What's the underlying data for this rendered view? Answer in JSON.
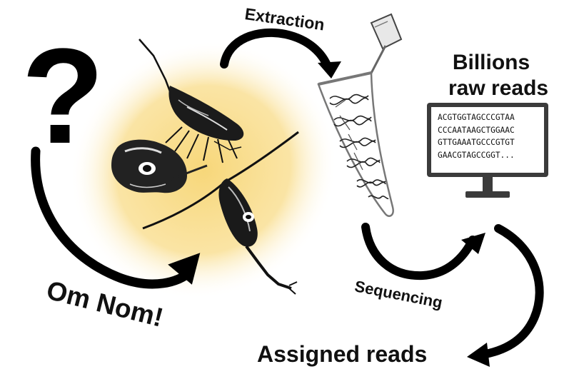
{
  "labels": {
    "question_mark": "?",
    "extraction": "Extraction",
    "billions_line1": "Billions",
    "billions_line2": "raw reads",
    "sequencing": "Sequencing",
    "om_nom": "Om Nom!",
    "assigned_reads": "Assigned reads"
  },
  "screen_reads": [
    "ACGTGGTAGCCCGTAA",
    "CCCAATAAGCTGGAAC",
    "GTTGAAATGCCCGTGT",
    "GAACGTAGCCGGT..."
  ],
  "colors": {
    "glow": "#f7d77a",
    "arrow": "#000000",
    "ink": "#111111"
  },
  "icons": [
    "question-mark-icon",
    "zooplankton-illustration",
    "test-tube-icon",
    "dna-helix-icon",
    "computer-monitor-icon",
    "curved-arrow-icon"
  ]
}
